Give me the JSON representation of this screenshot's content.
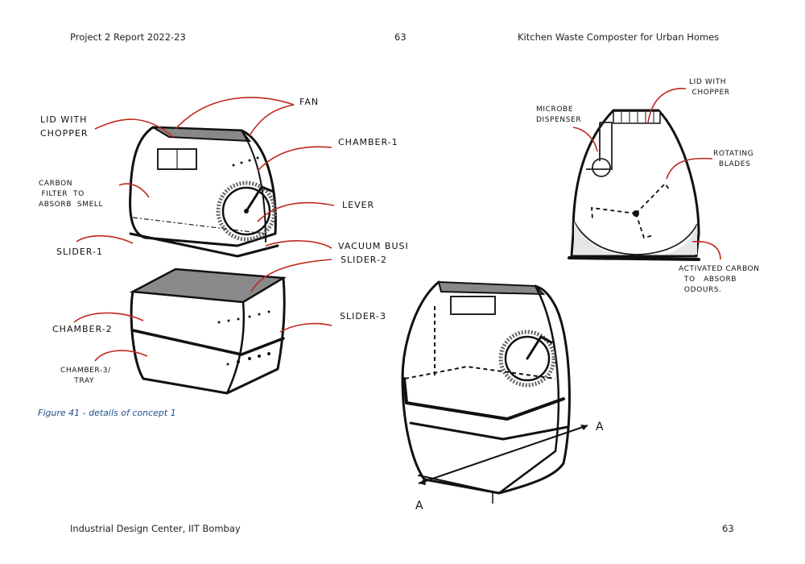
{
  "header": {
    "left": "Project 2 Report  2022-23",
    "center": "63",
    "right": "Kitchen Waste Composter for Urban Homes"
  },
  "footer": {
    "left": "Industrial Design Center, IIT Bombay",
    "right": "63"
  },
  "figure": {
    "caption": "Figure 41 - details of concept 1",
    "labels_left": {
      "lid": "LID WITH\nCHOPPER",
      "fan": "FAN",
      "chamber1": "CHAMBER-1",
      "carbon": "CARBON\n FILTER  TO\nABSORB  SMELL",
      "lever": "LEVER",
      "slider1": "SLIDER-1",
      "vacuum": "VACUUM BUSI",
      "slider2": "SLIDER-2",
      "chamber2": "CHAMBER-2",
      "slider3": "SLIDER-3",
      "chamber3": "CHAMBER-3/\n     TRAY"
    },
    "labels_section": {
      "lid": "LID WITH\n CHOPPER",
      "microbe": "MICROBE\nDISPENSER",
      "blades": "ROTATING\n  BLADES",
      "carbon": "ACTIVATED CARBON\n  TO   ABSORB\n  ODOURS."
    },
    "axis_labels": {
      "a1": "A",
      "a2": "A"
    }
  }
}
